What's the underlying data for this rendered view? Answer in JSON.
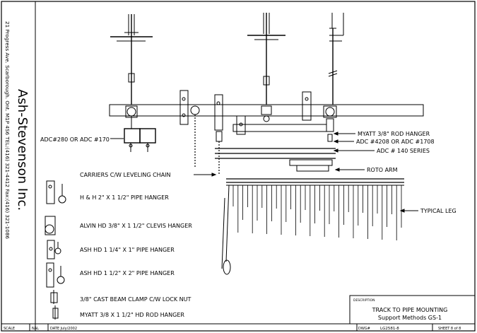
{
  "title_block": {
    "company": "Ash-Stevenson Inc.",
    "address": "21 Progress Ave. Scarborough. Ont. M1P 4S6 TEL:(416) 321-4412 Fax:(416) 321-1086",
    "description_label": "DESCRIPTION",
    "description_line1": "TRACK TO PIPE MOUNTING",
    "description_line2": "Support Methods GS-1",
    "dwg_label": "DWG#",
    "dwg_no": "LG2581-8",
    "sheet_text": "SHEET 8 of 8",
    "left_cell": "SCALE",
    "left_cell_value": "NAL",
    "date_label": "DATE July/2002"
  },
  "callouts": {
    "adc_280": "ADC#280 OR ADC #170",
    "myatt_rod": "MYATT 3/8\" ROD HANGER",
    "adc_4208": "ADC #4208 OR ADC #1708",
    "adc_140": "ADC # 140 SERIES",
    "carriers": "CARRIERS C/W LEVELING CHAIN",
    "roto_arm": "ROTO ARM",
    "typical_leg": "TYPICAL LEG"
  },
  "legend": [
    {
      "label": "H & H 2\"  X 1 1/2\" PIPE HANGER",
      "icon": "pipe-hanger-icon"
    },
    {
      "label": "ALVIN  HD 3/8\"  X 1 1/2\" CLEVIS HANGER",
      "icon": "clevis-hanger-icon"
    },
    {
      "label": "ASH  HD 1 1/4\"  X 1\" PIPE HANGER",
      "icon": "pipe-hanger-small-icon"
    },
    {
      "label": "ASH  HD 1 1/2\"  X 2\" PIPE HANGER",
      "icon": "pipe-hanger-large-icon"
    },
    {
      "label": "3/8\"  CAST BEAM CLAMP C/W LOCK NUT",
      "icon": "beam-clamp-icon"
    },
    {
      "label": "MYATT 3/8 X 1 1/2\" HD ROD HANGER",
      "icon": "rod-hanger-icon"
    }
  ]
}
